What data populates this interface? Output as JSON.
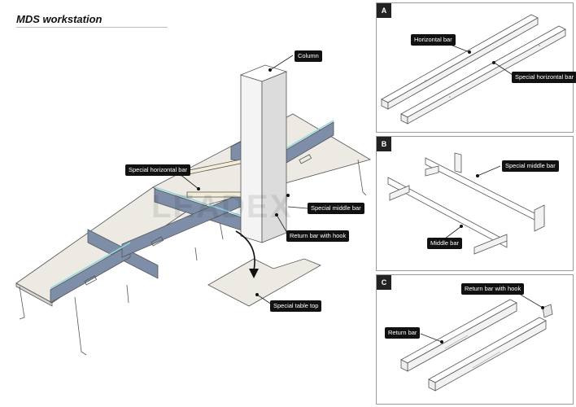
{
  "title": "MDS workstation",
  "watermark": "LEADEX",
  "main_callouts": {
    "column": "Column",
    "special_horizontal_bar": "Special horizontal bar",
    "special_middle_bar": "Special middle bar",
    "return_bar_with_hook": "Return bar with hook",
    "special_table_top": "Special table top"
  },
  "panel_a": {
    "tag": "A",
    "callouts": {
      "horizontal_bar": "Horizontal bar",
      "special_horizontal_bar": "Special horizontal bar"
    }
  },
  "panel_b": {
    "tag": "B",
    "callouts": {
      "special_middle_bar": "Special middle bar",
      "middle_bar": "Middle bar"
    }
  },
  "panel_c": {
    "tag": "C",
    "callouts": {
      "return_bar_with_hook": "Return bar with hook",
      "return_bar": "Return bar"
    }
  },
  "colors": {
    "line": "#555555",
    "desk_top": "#eceae3",
    "screen_panel": "#7e8ea8",
    "glass_edge": "#bfe9ec",
    "column_face": "#f4f4f4",
    "column_side": "#dcdcdc",
    "callout_bg": "#111111"
  }
}
